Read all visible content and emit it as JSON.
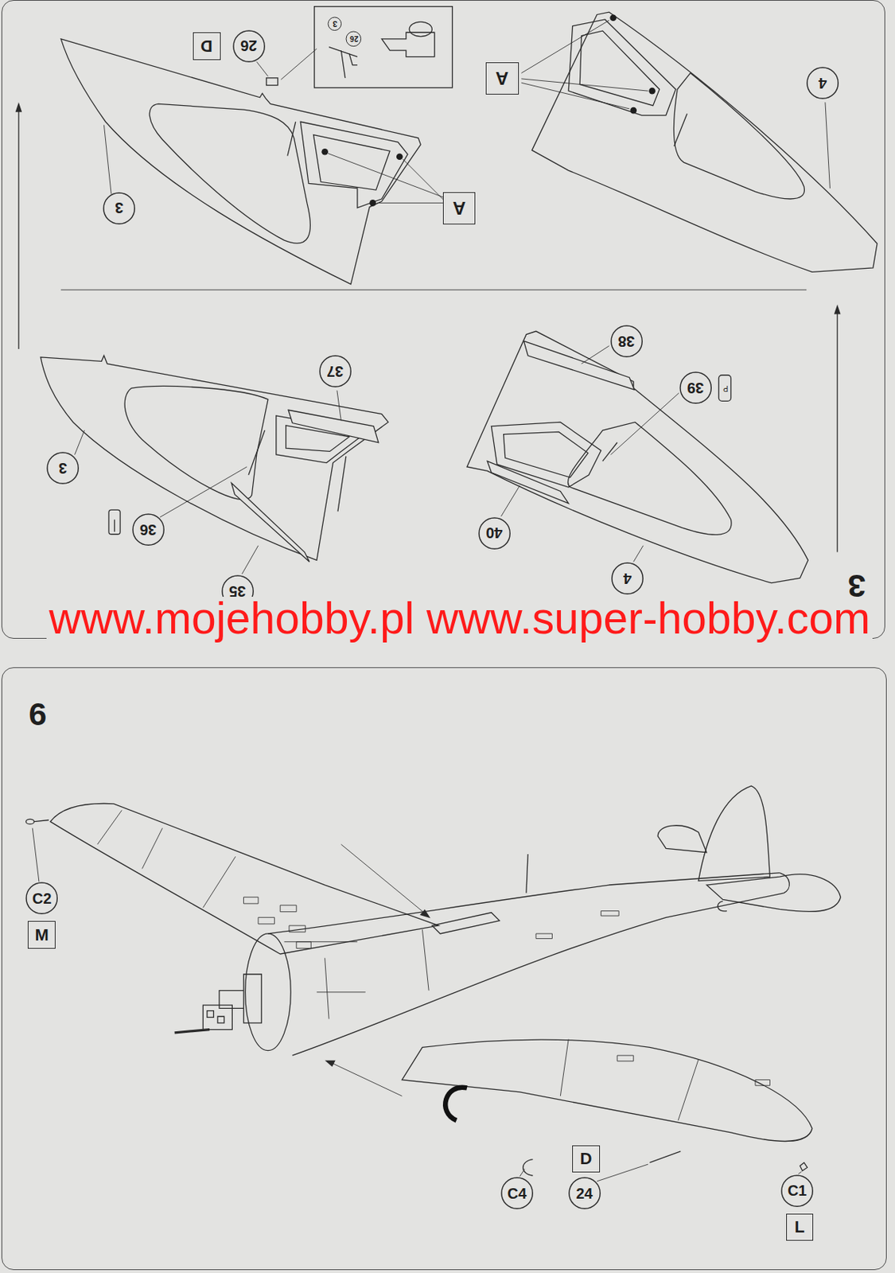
{
  "diagram": {
    "nodes": [
      {
        "text": [
          "3"
        ]
      },
      {
        "text": [
          "26"
        ],
        "in": 0
      },
      {
        "text": [
          "D"
        ],
        "in": 0
      },
      {
        "text": [
          "3"
        ],
        "in": 0
      },
      {
        "text": [
          "26"
        ],
        "in": 0
      },
      {
        "text": [
          "A"
        ],
        "in": 0
      },
      {
        "text": [
          "4"
        ],
        "in": 0
      },
      {
        "text": [
          "3"
        ],
        "in": 0
      },
      {
        "text": [
          "A"
        ],
        "in": 0
      },
      {
        "text": [
          "37"
        ],
        "in": 0
      },
      {
        "text": [
          "38"
        ],
        "in": 0
      },
      {
        "text": [
          "39"
        ],
        "in": 0
      },
      {
        "text": [
          "3"
        ],
        "in": 0
      },
      {
        "text": [
          "36"
        ],
        "in": 0
      },
      {
        "text": [
          "40"
        ],
        "in": 0
      },
      {
        "text": [
          "4"
        ],
        "in": 0
      },
      {
        "text": [
          "35"
        ],
        "in": 0
      },
      {
        "text": [
          "6"
        ]
      },
      {
        "text": [
          "C2"
        ],
        "in": 17
      },
      {
        "text": [
          "M"
        ],
        "in": 17
      },
      {
        "text": [
          "C4"
        ],
        "in": 17
      },
      {
        "text": [
          "D"
        ],
        "in": 17
      },
      {
        "text": [
          "24"
        ],
        "in": 17
      },
      {
        "text": [
          "C1"
        ],
        "in": 17
      },
      {
        "text": [
          "L"
        ],
        "in": 17
      }
    ],
    "labels": [
      "P",
      "www.mojehobby.pl www.super-hobby.com"
    ]
  }
}
